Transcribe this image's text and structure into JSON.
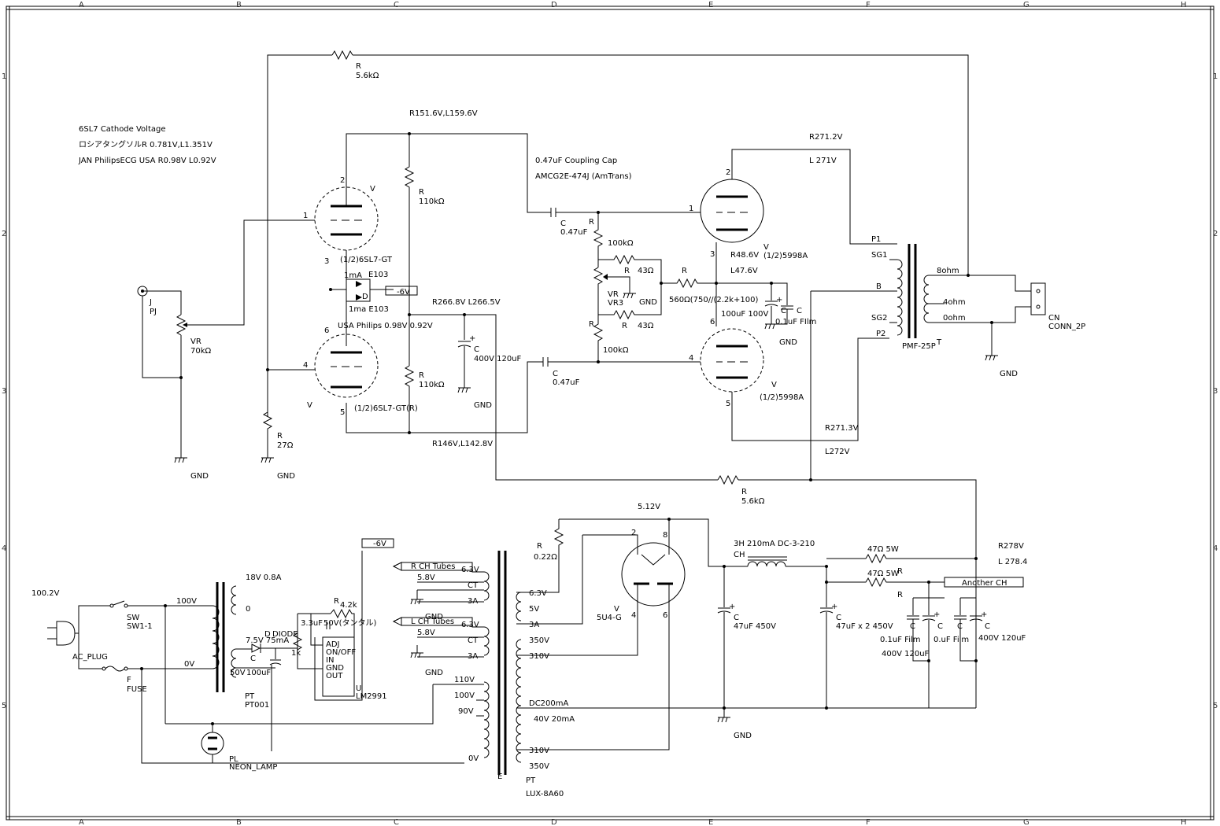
{
  "frame": {
    "cols": [
      "A",
      "B",
      "C",
      "D",
      "E",
      "F",
      "G",
      "H"
    ],
    "rows": [
      "1",
      "2",
      "3",
      "4",
      "5"
    ]
  },
  "notes": {
    "cathode_title": "6SL7 Cathode Voltage",
    "cathode_russian": "ロシアタングソルR 0.781V,L1.351V",
    "cathode_jan": "JAN PhilipsECG USA R0.98V L0.92V",
    "coupling_cap": "0.47uF Coupling Cap",
    "coupling_cap_part": "AMCG2E-474J (AmTrans)",
    "usa_philips": "USA Philips 0.98V 0.92V"
  },
  "voltages": {
    "top_plate": "R151.6V,L159.6V",
    "mid_plate": "R266.8V L266.5V",
    "bottom_plate": "R146V,L142.8V",
    "out_plate_top_r": "R271.2V",
    "out_plate_top_l": "L 271V",
    "cathode_r": "R48.6V",
    "cathode_l": "L47.6V",
    "out_plate_bot_r": "R271.3V",
    "out_plate_bot_l": "L272V",
    "rect_heater": "5.12V",
    "b_plus_r": "R278V",
    "b_plus_l": "L 278.4",
    "ac_in": "100.2V"
  },
  "components": {
    "r_fb_top": {
      "ref": "R",
      "value": "5.6kΩ"
    },
    "r_fb_bot": {
      "ref": "R",
      "value": "5.6kΩ"
    },
    "r_110k_a": {
      "ref": "R",
      "value": "110kΩ"
    },
    "r_110k_b": {
      "ref": "R",
      "value": "110kΩ"
    },
    "r_27": {
      "ref": "R",
      "value": "27Ω"
    },
    "r_100k_a": {
      "ref": "R",
      "value": "100kΩ"
    },
    "r_100k_b": {
      "ref": "R",
      "value": "100kΩ"
    },
    "r_43_a": {
      "ref": "R",
      "value": "43Ω"
    },
    "r_43_b": {
      "ref": "R",
      "value": "43Ω"
    },
    "r_cath": {
      "ref": "R",
      "value": "560Ω(750//(2.2k+100)"
    },
    "r_022": {
      "ref": "R",
      "value": "0.22Ω"
    },
    "r_47_a": {
      "value": "47Ω 5W"
    },
    "r_47_b": {
      "ref": "R",
      "value": "47Ω 5W"
    },
    "r_4k2": {
      "ref": "R",
      "value": "4.2k"
    },
    "c_047_a": {
      "ref": "C",
      "value": "0.47uF"
    },
    "c_047_b": {
      "ref": "C",
      "value": "0.47uF"
    },
    "c_400v": {
      "ref": "C",
      "value": "400V 120uF"
    },
    "c_cath": {
      "ref": "C",
      "value": "100uF 100V"
    },
    "c_film": {
      "ref": "C",
      "value": "0.1uF FIlm"
    },
    "c_47_450": {
      "ref": "C",
      "value": "47uF 450V"
    },
    "c_47x2": {
      "ref": "C",
      "value": "47uF x 2 450V"
    },
    "c_01_film": {
      "ref": "C",
      "value": "0.1uF Film"
    },
    "c_400_120": {
      "value": "400V 120uF"
    },
    "c_0u_film": {
      "ref": "C",
      "value": "0.uF Film"
    },
    "c_400_120b": {
      "ref": "C",
      "value": "400V 120uF"
    },
    "c_100uf": {
      "ref": "C",
      "value": "100uF"
    },
    "c_50v": {
      "value": "50V"
    },
    "c_33": {
      "value": "3.3uF"
    },
    "c_tantal": {
      "value": "50V(タンタル)"
    },
    "vr_in": {
      "ref": "VR",
      "value": "70kΩ"
    },
    "vr3": {
      "ref": "VR",
      "value": "VR3"
    },
    "jack": {
      "ref": "J",
      "value": "PJ"
    },
    "tube_top_6sl7": {
      "ref": "V",
      "value": "(1/2)6SL7-GT"
    },
    "tube_bot_6sl7": {
      "ref": "V",
      "value": "(1/2)6SL7-GT(R)"
    },
    "tube_top_5998": {
      "ref": "V",
      "value": "(1/2)5998A"
    },
    "tube_bot_5998": {
      "ref": "V",
      "value": "(1/2)5998A"
    },
    "tube_5u4": {
      "ref": "V",
      "value": "5U4-G"
    },
    "ccd_1ma": "1mA",
    "ccd_e103": "E103",
    "ccd_d": "D",
    "ccd_1ma_e103": "1ma E103",
    "neg6": "-6V",
    "neg6b": "-6V",
    "ot": {
      "ref": "T",
      "value": "PMF-25P"
    },
    "ot_p1": "P1",
    "ot_sg1": "SG1",
    "ot_b": "B",
    "ot_sg2": "SG2",
    "ot_p2": "P2",
    "ot_8": "8ohm",
    "ot_4": "4ohm",
    "ot_0": "0ohm",
    "cn": {
      "ref": "CN",
      "value": "CONN_2P"
    },
    "choke": {
      "ref": "CH",
      "value": "3H 210mA DC-3-210"
    },
    "another_ch": "Another CH",
    "pt001": {
      "ref": "PT",
      "value": "PT001"
    },
    "pt001_18v": "18V 0.8A",
    "pt001_0": "0",
    "pt001_100v": "100V",
    "pt001_0v": "0V",
    "diode": {
      "ref": "D",
      "value": "DIODE"
    },
    "zener": "7.5V 75mA",
    "r_1k": "1k",
    "lm2991": {
      "ref": "U",
      "value": "LM2991"
    },
    "lm_pins": [
      "ADJ",
      "ON/OFF",
      "IN",
      "GND",
      "OUT"
    ],
    "sw": {
      "ref": "SW",
      "value": "SW1-1"
    },
    "fuse": {
      "ref": "F",
      "value": "FUSE"
    },
    "ac_plug": "AC_PLUG",
    "neon": {
      "ref": "PL",
      "value": "NEON_LAMP"
    },
    "pt_main": {
      "ref": "PT",
      "value": "LUX-8A60"
    },
    "pt_main_e": "E",
    "r_ch_tubes": "R CH Tubes",
    "l_ch_tubes": "L CH Tubes",
    "pt_sec_left": [
      "6.3V",
      "5.8V",
      "CT",
      "3A"
    ],
    "pt_sec_left_b": [
      "6.3V",
      "5.8V",
      "CT",
      "3A"
    ],
    "pt_sec_right": [
      "6.3V",
      "5V",
      "3A",
      "350V",
      "310V",
      "DC200mA",
      "40V 20mA",
      "310V",
      "350V"
    ],
    "pt_pri": [
      "110V",
      "100V",
      "90V",
      "0V"
    ]
  },
  "gnd": "GND",
  "pins": {
    "p1": "1",
    "p2": "2",
    "p3": "3",
    "p4": "4",
    "p5": "5",
    "p6": "6",
    "p8": "8"
  }
}
